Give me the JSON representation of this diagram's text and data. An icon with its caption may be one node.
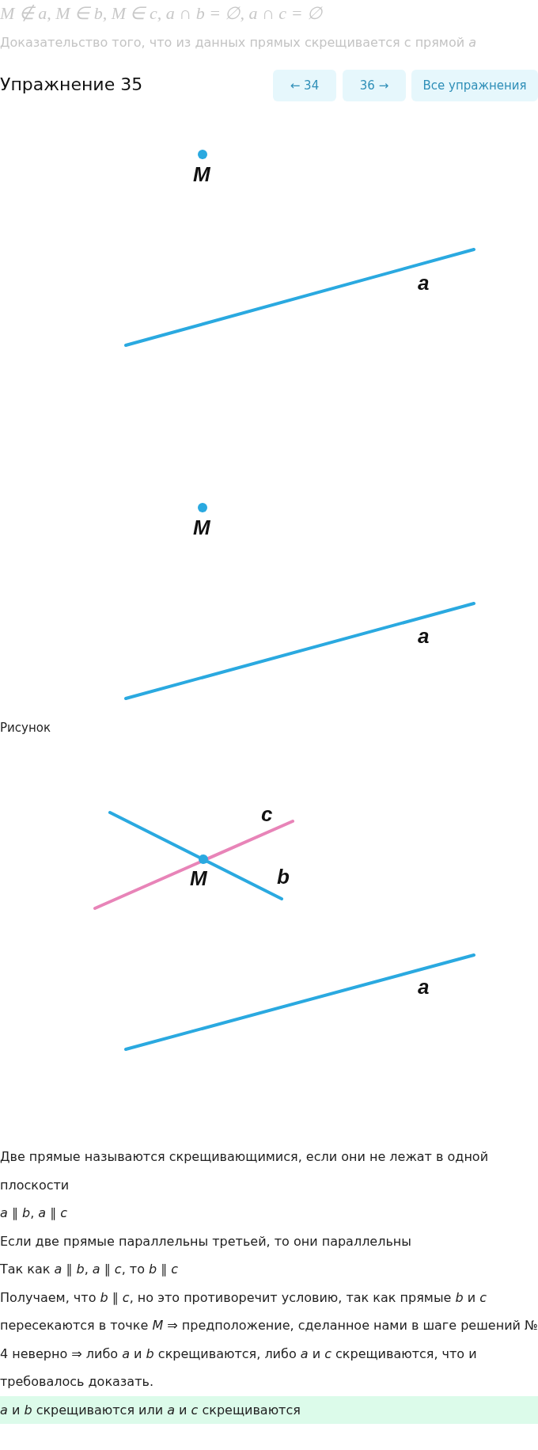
{
  "diagram": {
    "labels": [
      "M ∉ a, M ∈ b, M ∈ c, a ∩ b = ∅,  a ∩ c = ∅",
      "Доказательство того, что из данных прямых скрещивается с прямой *a*",
      "Упражнение 35",
      "← 34",
      "36 →",
      "Все упражнения",
      "M",
      "a",
      "M",
      "a",
      "Рисунок",
      "c",
      "M",
      "b",
      "a",
      "Две прямые называются скрещивающимися, если они не лежат в одной плоскости",
      "*a* ∥ *b*,  *a* ∥ *c*",
      "Если две прямые параллельны третьей, то они параллельны",
      "Так как *a* ∥ *b*,  *a* ∥ *c*, то *b* ∥ *c*",
      "Получаем, что *b* ∥ *c*, но это противоречит условию, так как прямые *b* и *c* пересекаются в точке *M* ⇒ предположение, сделанное нами в шаге решений № 4 неверно ⇒ либо *a* и *b* скрещиваются, либо *a* и *c* скрещиваются, что и требовалось доказать.",
      "*a* и *b* скрещиваются или *a* и *c* скрещиваются"
    ]
  }
}
